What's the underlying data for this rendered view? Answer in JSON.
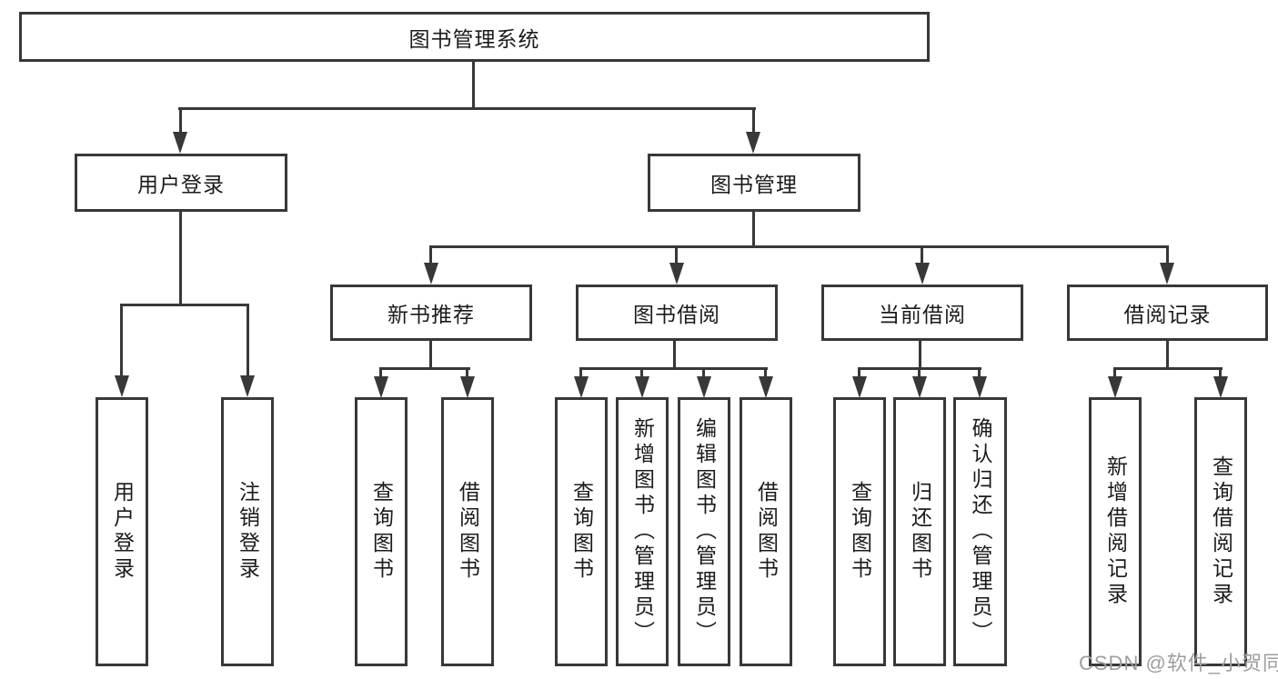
{
  "tree": {
    "label": "图书管理系统",
    "children": [
      {
        "label": "用户登录",
        "children": [
          {
            "label": "用户登录"
          },
          {
            "label": "注销登录"
          }
        ]
      },
      {
        "label": "图书管理",
        "children": [
          {
            "label": "新书推荐",
            "children": [
              {
                "label": "查询图书"
              },
              {
                "label": "借阅图书"
              }
            ]
          },
          {
            "label": "图书借阅",
            "children": [
              {
                "label": "查询图书"
              },
              {
                "label": "新增图书（管理员）"
              },
              {
                "label": "编辑图书（管理员）"
              },
              {
                "label": "借阅图书"
              }
            ]
          },
          {
            "label": "当前借阅",
            "children": [
              {
                "label": "查询图书"
              },
              {
                "label": "归还图书"
              },
              {
                "label": "确认归还（管理员）"
              }
            ]
          },
          {
            "label": "借阅记录",
            "children": [
              {
                "label": "新增借阅记录"
              },
              {
                "label": "查询借阅记录"
              }
            ]
          }
        ]
      }
    ]
  },
  "watermark": "CSDN @软件_小贺同学",
  "colors": {
    "line": "#383838",
    "text": "#1b1b1b",
    "watermark": "#9e9e9e",
    "background": "#ffffff"
  }
}
